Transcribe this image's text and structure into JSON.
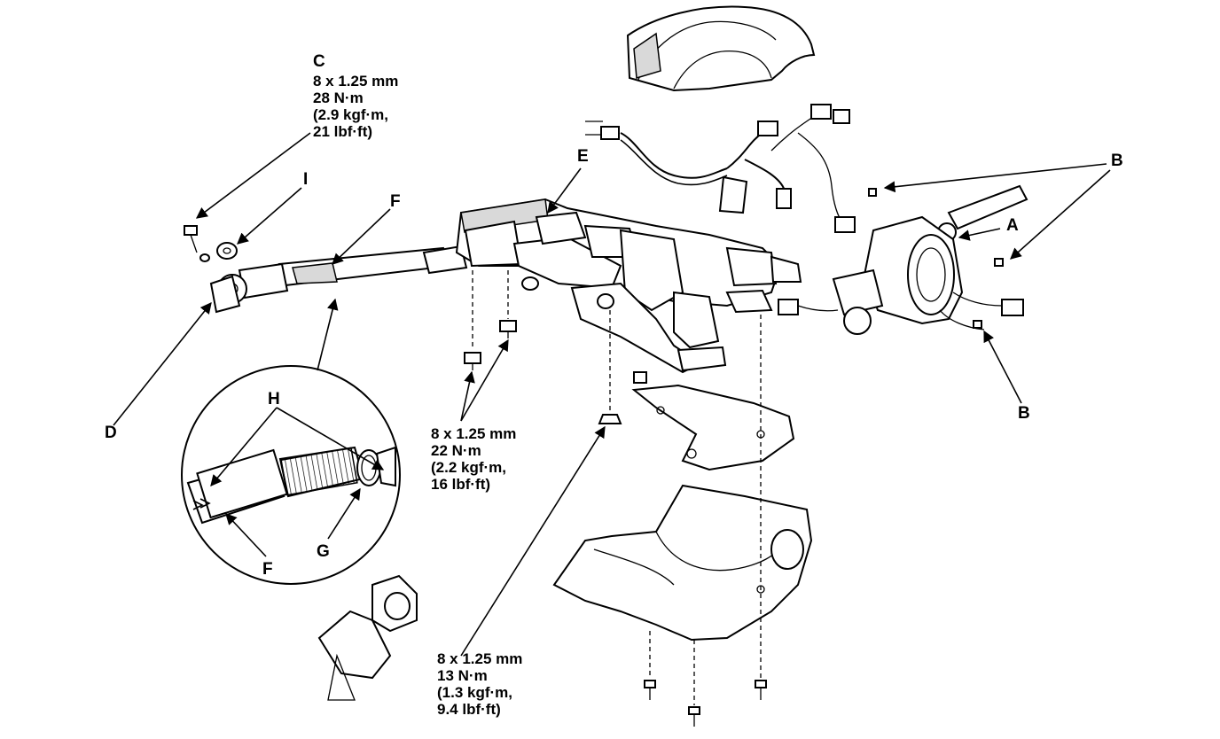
{
  "callouts": {
    "a": "A",
    "b_upper": "B",
    "b_lower": "B",
    "c": "C",
    "d": "D",
    "e": "E",
    "f_upper": "F",
    "f_lower": "F",
    "g": "G",
    "h": "H",
    "i": "I"
  },
  "specs": {
    "c_bolt": [
      "8 x 1.25 mm",
      "28 N·m",
      "(2.9 kgf·m,",
      "21 lbf·ft)"
    ],
    "column_bolts": [
      "8 x 1.25 mm",
      "22 N·m",
      "(2.2 kgf·m,",
      "16 lbf·ft)"
    ],
    "lower_nut": [
      "8 x 1.25 mm",
      "13 N·m",
      "(1.3 kgf·m,",
      "9.4 lbf·ft)"
    ]
  }
}
